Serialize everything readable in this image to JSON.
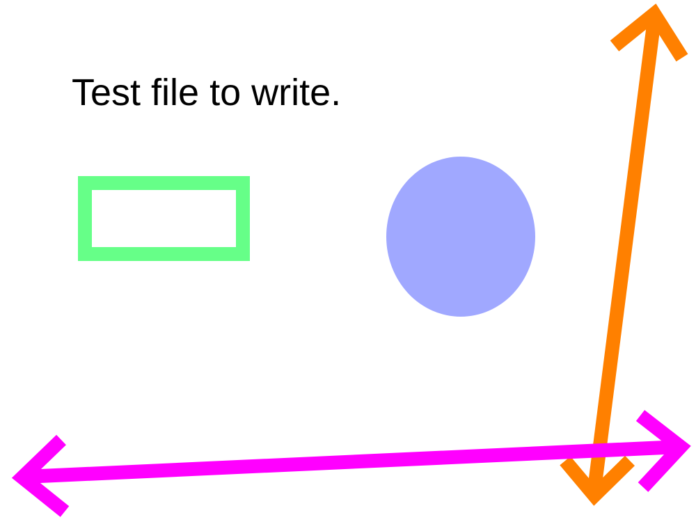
{
  "slide": {
    "text": "Test file to write."
  },
  "colors": {
    "background": "#ffffff",
    "text": "#000000",
    "rectangle_outline": "#66ff88",
    "ellipse_fill": "#a0a8ff",
    "vertical_arrow": "#ff8000",
    "horizontal_arrow": "#ff00ff"
  },
  "shapes": [
    {
      "kind": "rectangle",
      "style": "outline only"
    },
    {
      "kind": "ellipse",
      "style": "filled"
    },
    {
      "kind": "double-headed arrow",
      "orientation": "near-vertical"
    },
    {
      "kind": "double-headed arrow",
      "orientation": "near-horizontal"
    }
  ]
}
